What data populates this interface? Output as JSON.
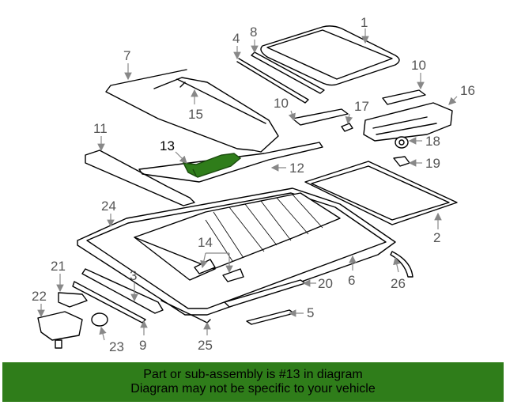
{
  "diagram": {
    "callouts": [
      "1",
      "2",
      "3",
      "4",
      "5",
      "6",
      "7",
      "8",
      "9",
      "10",
      "10",
      "11",
      "12",
      "13",
      "14",
      "15",
      "16",
      "17",
      "18",
      "19",
      "20",
      "21",
      "22",
      "23",
      "24",
      "25",
      "26"
    ],
    "highlighted_callout": "13",
    "highlight_color": "#2f7d1a"
  },
  "banner": {
    "line1": "Part or sub-assembly is #13 in diagram",
    "line2": "Diagram may not be specific to your vehicle",
    "background": "#2f7d1a"
  }
}
